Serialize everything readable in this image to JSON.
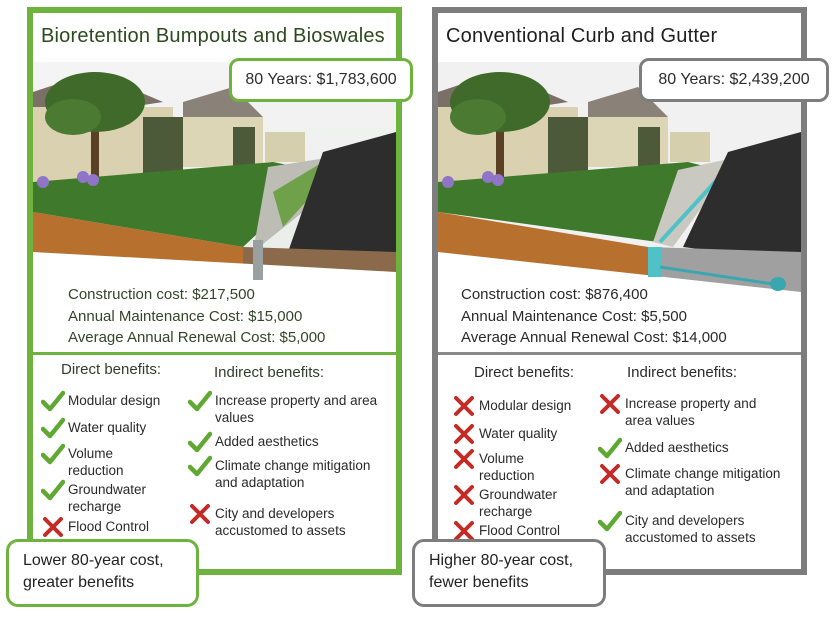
{
  "left": {
    "title": "Bioretention Bumpouts and Bioswales",
    "cost_80_years": "80 Years: $1,783,600",
    "costs": [
      "Construction cost: $217,500",
      "Annual Maintenance Cost: $15,000",
      "Average Annual Renewal Cost: $5,000"
    ],
    "direct_heading": "Direct benefits:",
    "indirect_heading": "Indirect benefits:",
    "direct": [
      {
        "label": "Modular design",
        "status": "check"
      },
      {
        "label": "Water quality",
        "status": "check"
      },
      {
        "label": "Volume\nreduction",
        "status": "check"
      },
      {
        "label": "Groundwater\nrecharge",
        "status": "check"
      },
      {
        "label": "Flood Control",
        "status": "cross"
      }
    ],
    "indirect": [
      {
        "label": "Increase property and area\nvalues",
        "status": "check"
      },
      {
        "label": "Added aesthetics",
        "status": "check"
      },
      {
        "label": "Climate change mitigation\nand adaptation",
        "status": "check"
      },
      {
        "label": "City and developers\naccustomed to assets",
        "status": "cross"
      }
    ],
    "callout": "Lower 80-year cost,\ngreater benefits"
  },
  "right": {
    "title": "Conventional Curb and Gutter",
    "cost_80_years": "80 Years: $2,439,200",
    "costs": [
      "Construction cost: $876,400",
      "Annual Maintenance Cost: $5,500",
      "Average Annual Renewal Cost: $14,000"
    ],
    "direct_heading": "Direct benefits:",
    "indirect_heading": "Indirect benefits:",
    "direct": [
      {
        "label": "Modular design",
        "status": "cross"
      },
      {
        "label": "Water quality",
        "status": "cross"
      },
      {
        "label": "Volume\nreduction",
        "status": "cross"
      },
      {
        "label": "Groundwater\nrecharge",
        "status": "cross"
      },
      {
        "label": "Flood Control",
        "status": "cross"
      }
    ],
    "indirect": [
      {
        "label": "Increase property and\narea values",
        "status": "cross"
      },
      {
        "label": "Added aesthetics",
        "status": "check"
      },
      {
        "label": "Climate change mitigation\nand adaptation",
        "status": "cross"
      },
      {
        "label": "City and developers\naccustomed to assets",
        "status": "check"
      }
    ],
    "callout": "Higher 80-year cost,\nfewer benefits"
  },
  "colors": {
    "green_frame": "#6fb33f",
    "gray_frame": "#7d7d7d",
    "check": "#5fa832",
    "cross": "#c42b26"
  }
}
